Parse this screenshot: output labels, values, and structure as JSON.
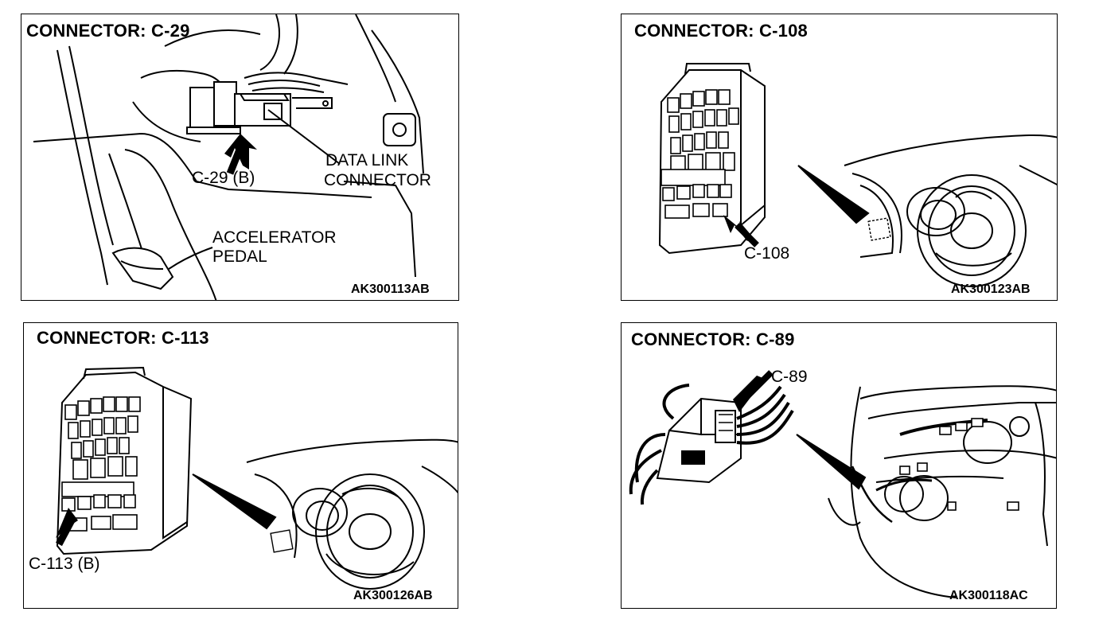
{
  "panels": [
    {
      "title": "CONNECTOR: C-29",
      "labels": {
        "connector": "C-29 (B)",
        "dlc_line1": "DATA  LINK",
        "dlc_line2": "CONNECTOR",
        "pedal_line1": "ACCELERATOR",
        "pedal_line2": "PEDAL"
      },
      "figure_code": "AK300113AB"
    },
    {
      "title": "CONNECTOR: C-108",
      "labels": {
        "connector": "C-108"
      },
      "figure_code": "AK300123AB"
    },
    {
      "title": "CONNECTOR: C-113",
      "labels": {
        "connector": "C-113 (B)"
      },
      "figure_code": "AK300126AB"
    },
    {
      "title": "CONNECTOR: C-89",
      "labels": {
        "connector": "C-89"
      },
      "figure_code": "AK300118AC"
    }
  ]
}
